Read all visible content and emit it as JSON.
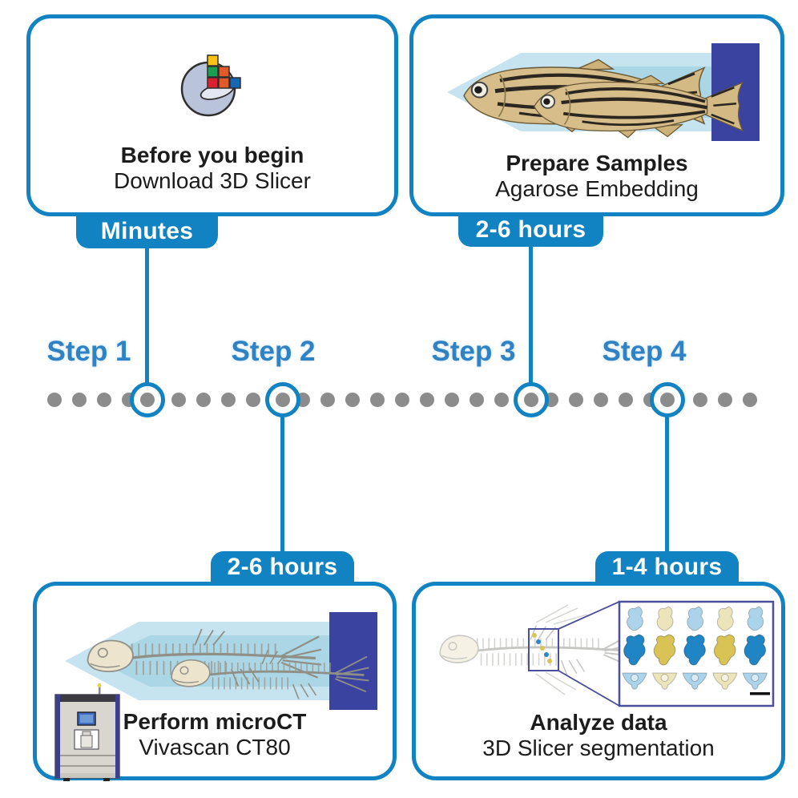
{
  "figure": {
    "type": "workflow-timeline",
    "background": "#ffffff"
  },
  "palette": {
    "accent_blue": "#1182c2",
    "step_label_blue": "#2f82c4",
    "dot_gray": "#8c8c8c",
    "navy_block": "#3a43a0",
    "mold_light_blue": "#c6e4f0",
    "mold_inner_blue": "#a6d3e4",
    "text_black": "#1c1c1c",
    "inset_border_purple": "#4a4f9c",
    "segment_blue": "#1f85c5",
    "segment_yellow": "#d9c355"
  },
  "timeline": {
    "step_labels": [
      "Step 1",
      "Step 2",
      "Step 3",
      "Step 4"
    ]
  },
  "cards": {
    "before_you_begin": {
      "title": "Before you begin",
      "subtitle": "Download 3D Slicer",
      "duration": "Minutes",
      "icon": "slicer-logo-icon"
    },
    "prepare_samples": {
      "title": "Prepare Samples",
      "subtitle": "Agarose Embedding",
      "duration": "2-6 hours",
      "icon": "zebrafish-in-agarose-mold-illustration"
    },
    "perform_microct": {
      "title": "Perform microCT",
      "subtitle": "Vivascan CT80",
      "duration": "2-6 hours",
      "icon": "zebrafish-skeleton-in-mold-illustration"
    },
    "analyze_data": {
      "title": "Analyze data",
      "subtitle": "3D Slicer segmentation",
      "duration": "1-4 hours",
      "icon": "segmented-vertebrae-inset-illustration"
    }
  }
}
